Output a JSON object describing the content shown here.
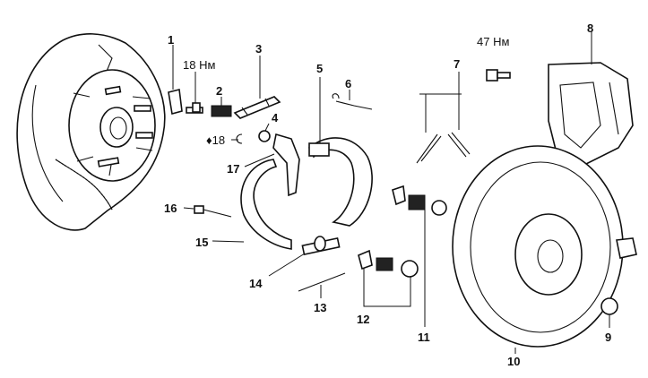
{
  "labels": {
    "l1": "1",
    "l2": "2",
    "l3": "3",
    "l4": "4",
    "l5": "5",
    "l6": "6",
    "l7": "7",
    "l8": "8",
    "l9": "9",
    "l10": "10",
    "l11": "11",
    "l12": "12",
    "l13": "13",
    "l14": "14",
    "l15": "15",
    "l16": "16",
    "l17": "17"
  },
  "torques": {
    "t18a": "18 Нм",
    "t18b": "♦18",
    "t47": "47 Нм"
  },
  "colors": {
    "line": "#111111",
    "background": "#ffffff"
  }
}
